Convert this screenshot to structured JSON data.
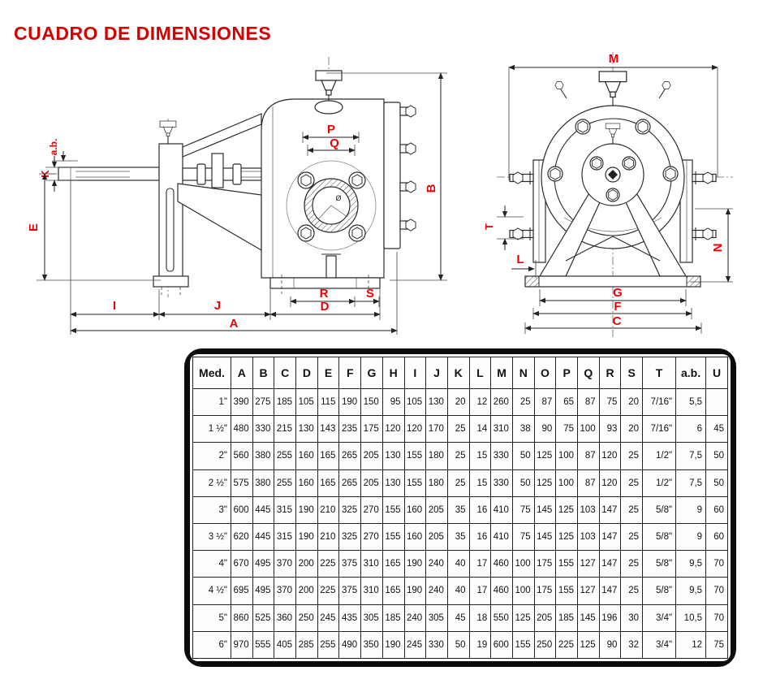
{
  "page": {
    "title": "CUADRO DE DIMENSIONES"
  },
  "colors": {
    "title_red": "#d40000",
    "dim_label_red": "#ee0000"
  },
  "diagram": {
    "side_view": {
      "labels": {
        "K": "K",
        "ab": "a.b.",
        "E": "E",
        "P": "P",
        "Q": "Q",
        "B": "B",
        "R": "R",
        "S": "S",
        "D": "D",
        "I": "I",
        "J": "J",
        "A": "A",
        "dia": "Ø"
      }
    },
    "front_view": {
      "labels": {
        "M": "M",
        "T": "T",
        "L": "L",
        "N": "N",
        "G": "G",
        "F": "F",
        "C": "C"
      }
    }
  },
  "table": {
    "headers": [
      "Med.",
      "A",
      "B",
      "C",
      "D",
      "E",
      "F",
      "G",
      "H",
      "I",
      "J",
      "K",
      "L",
      "M",
      "N",
      "O",
      "P",
      "Q",
      "R",
      "S",
      "T",
      "a.b.",
      "U"
    ],
    "rows": [
      [
        "1\"",
        "390",
        "275",
        "185",
        "105",
        "115",
        "190",
        "150",
        "95",
        "105",
        "130",
        "20",
        "12",
        "260",
        "25",
        "87",
        "65",
        "87",
        "75",
        "20",
        "7/16\"",
        "5,5",
        ""
      ],
      [
        "1 ½\"",
        "480",
        "330",
        "215",
        "130",
        "143",
        "235",
        "175",
        "120",
        "120",
        "170",
        "25",
        "14",
        "310",
        "38",
        "90",
        "75",
        "100",
        "93",
        "20",
        "7/16\"",
        "6",
        "45"
      ],
      [
        "2\"",
        "560",
        "380",
        "255",
        "160",
        "165",
        "265",
        "205",
        "130",
        "155",
        "180",
        "25",
        "15",
        "330",
        "50",
        "125",
        "100",
        "87",
        "120",
        "25",
        "1/2\"",
        "7,5",
        "50"
      ],
      [
        "2 ½\"",
        "575",
        "380",
        "255",
        "160",
        "165",
        "265",
        "205",
        "130",
        "155",
        "180",
        "25",
        "15",
        "330",
        "50",
        "125",
        "100",
        "87",
        "120",
        "25",
        "1/2\"",
        "7,5",
        "50"
      ],
      [
        "3\"",
        "600",
        "445",
        "315",
        "190",
        "210",
        "325",
        "270",
        "155",
        "160",
        "205",
        "35",
        "16",
        "410",
        "75",
        "145",
        "125",
        "103",
        "147",
        "25",
        "5/8\"",
        "9",
        "60"
      ],
      [
        "3 ½\"",
        "620",
        "445",
        "315",
        "190",
        "210",
        "325",
        "270",
        "155",
        "160",
        "205",
        "35",
        "16",
        "410",
        "75",
        "145",
        "125",
        "103",
        "147",
        "25",
        "5/8\"",
        "9",
        "60"
      ],
      [
        "4\"",
        "670",
        "495",
        "370",
        "200",
        "225",
        "375",
        "310",
        "165",
        "190",
        "240",
        "40",
        "17",
        "460",
        "100",
        "175",
        "155",
        "127",
        "147",
        "25",
        "5/8\"",
        "9,5",
        "70"
      ],
      [
        "4 ½\"",
        "695",
        "495",
        "370",
        "200",
        "225",
        "375",
        "310",
        "165",
        "190",
        "240",
        "40",
        "17",
        "460",
        "100",
        "175",
        "155",
        "127",
        "147",
        "25",
        "5/8\"",
        "9,5",
        "70"
      ],
      [
        "5\"",
        "860",
        "525",
        "360",
        "250",
        "245",
        "435",
        "305",
        "185",
        "240",
        "305",
        "45",
        "18",
        "550",
        "125",
        "205",
        "185",
        "145",
        "196",
        "30",
        "3/4\"",
        "10,5",
        "70"
      ],
      [
        "6\"",
        "970",
        "555",
        "405",
        "285",
        "255",
        "490",
        "350",
        "190",
        "245",
        "330",
        "50",
        "19",
        "600",
        "155",
        "250",
        "225",
        "125",
        "90",
        "32",
        "3/4\"",
        "12",
        "75"
      ]
    ]
  }
}
